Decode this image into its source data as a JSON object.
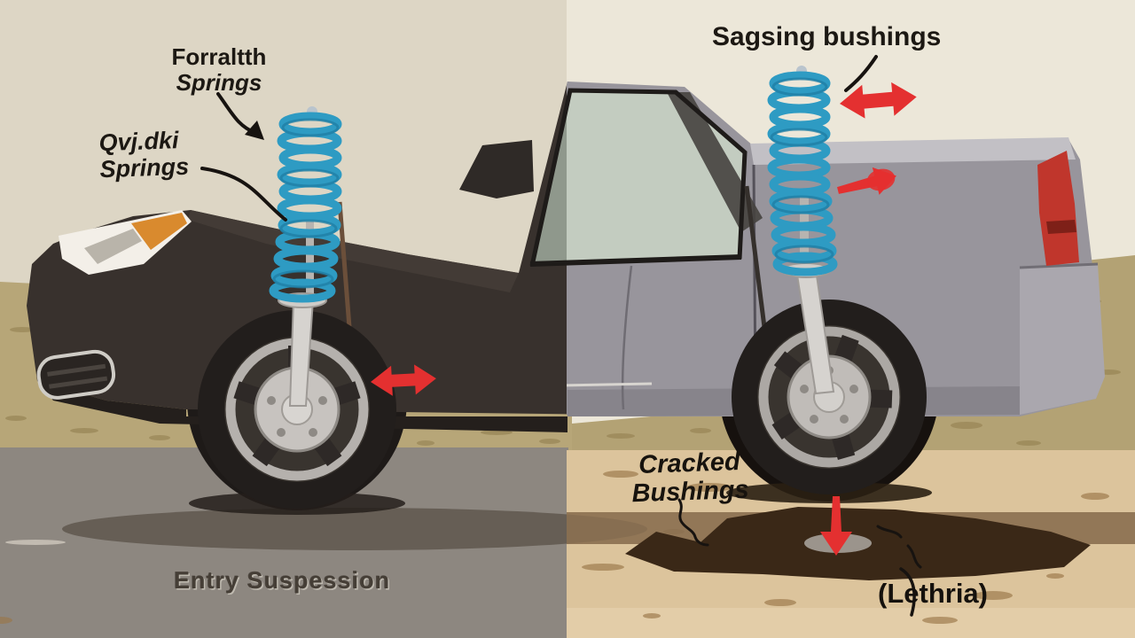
{
  "scene_title": "Car suspension comparison illustration (split view: new vs worn suspension)",
  "labels": {
    "front_springs": {
      "line1": "Forraltth",
      "line2": "Springs"
    },
    "coil_springs": {
      "line1": "Qvj.dki",
      "line2": "Springs"
    },
    "sagging_bushings": "Sagsing bushings",
    "cracked_bushings": {
      "line1": "Cracked",
      "line2": "Bushings"
    },
    "caption_left": "Entry Suspession",
    "caption_right": "(Lethria)"
  },
  "icons": [
    "red-double-arrow-front-icon",
    "red-double-arrow-rear-icon",
    "red-arrow-right-icon",
    "red-arrow-down-icon",
    "leader-arrow-icon"
  ],
  "colors": {
    "bg_left": "#ddd6c5",
    "bg_right": "#ece7d9",
    "dirt_khaki": "#b7a678",
    "dirt_khaki_dark": "#8f7c4c",
    "ground_left_gray": "#8d8780",
    "ground_right_tan": "#dcc49c",
    "shadow_left": "#5f574e",
    "shadow_right_brown": "#8a6f50",
    "oil_puddle": "#3a2817",
    "car_dark": "#38312d",
    "car_gray": "#98959c",
    "bed_light": "#c2c0c5",
    "glass_dark": "#8f988c",
    "glass_light": "#c3ccc0",
    "spring_blue": "#2e9bc3",
    "spring_blue_dark": "#1e7ba1",
    "strut_silver": "#d6d3cf",
    "arrow_red": "#e43030",
    "taillight_red": "#c0362c",
    "headlight_white": "#f3efe8",
    "headlight_amber": "#d98a2e",
    "ink_black": "#171310"
  }
}
